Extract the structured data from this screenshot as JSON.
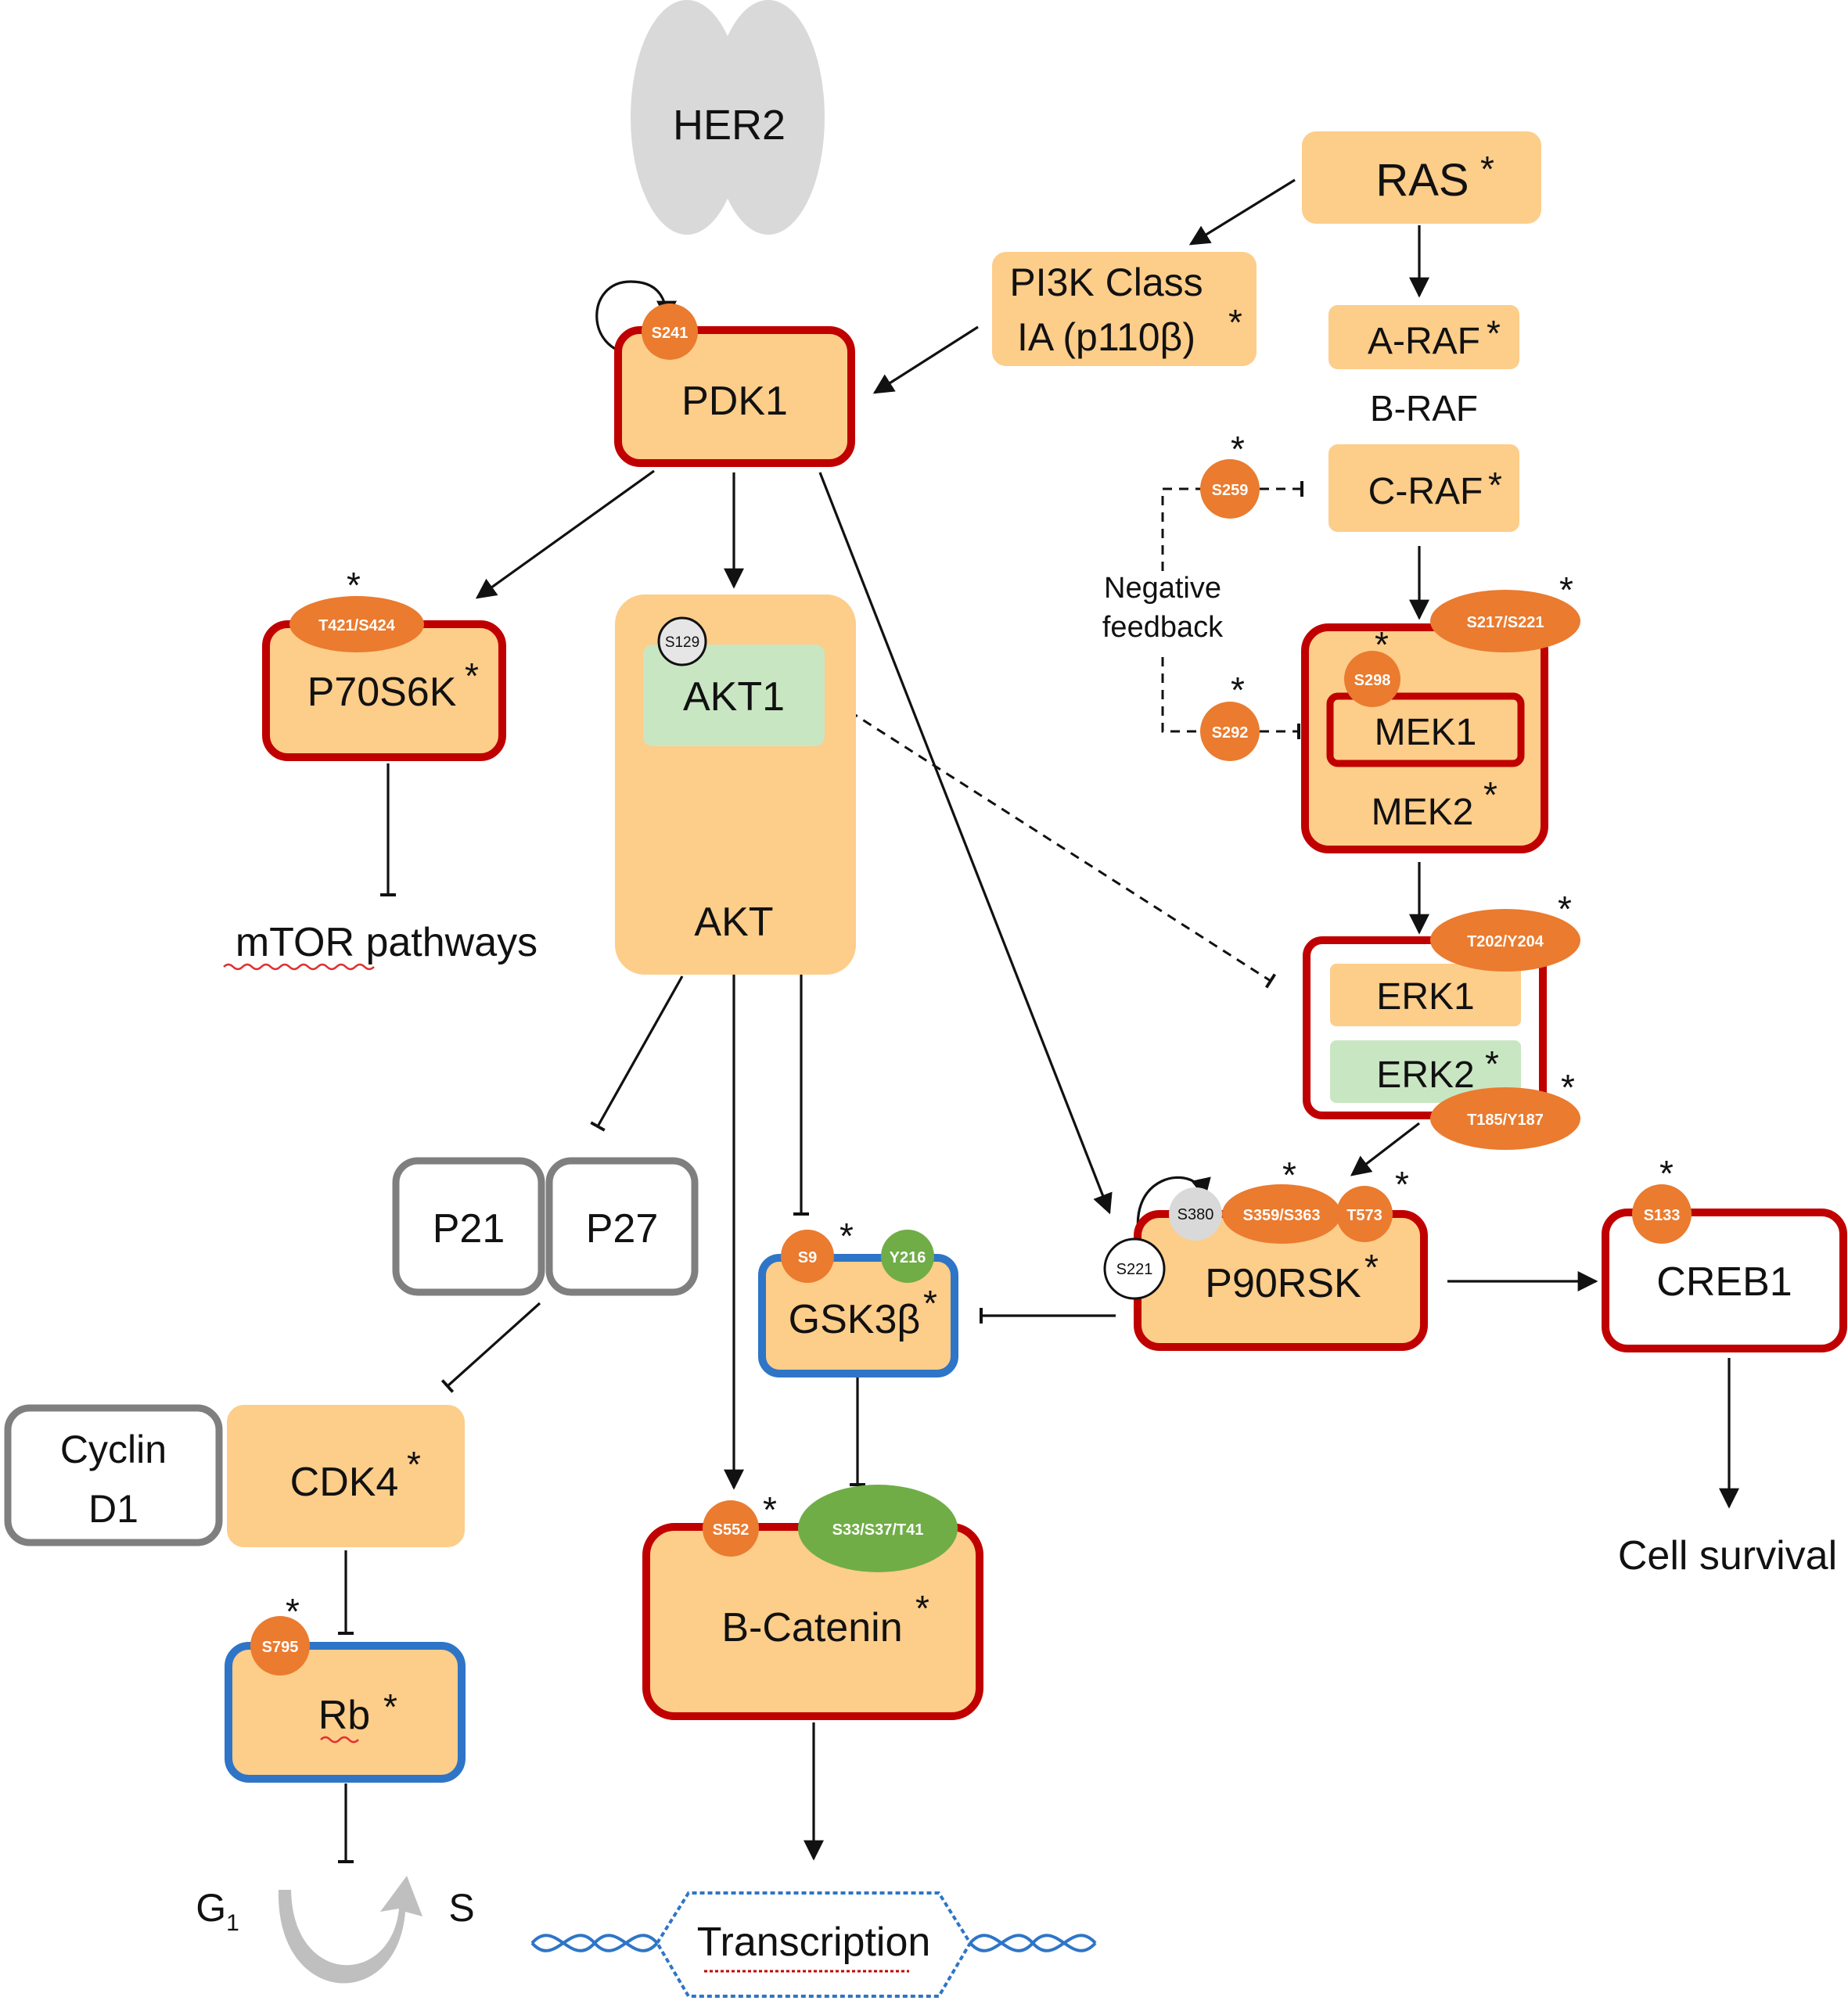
{
  "nodes": {
    "her2": "HER2",
    "ras": "RAS",
    "pi3k": "PI3K Class",
    "pi3k_2": "IA (p110β)",
    "araf": "A-RAF",
    "braf": "B-RAF",
    "craf": "C-RAF",
    "pdk1": "PDK1",
    "p70s6k": "P70S6K",
    "mtor": "mTOR pathways",
    "akt1": "AKT1",
    "akt": "AKT",
    "mek1": "MEK1",
    "mek2": "MEK2",
    "erk1": "ERK1",
    "erk2": "ERK2",
    "p21": "P21",
    "p27": "P27",
    "gsk3b": "GSK3β",
    "p90rsk": "P90RSK",
    "creb1": "CREB1",
    "cell_survival": "Cell survival",
    "cyclin": "Cyclin",
    "cyclin_2": "D1",
    "cdk4": "CDK4",
    "bcatenin": "B-Catenin",
    "rb": "Rb",
    "transcription": "Transcription",
    "g1": "G",
    "g1_sub": "1",
    "s_phase": "S",
    "neg_feedback_1": "Negative",
    "neg_feedback_2": "feedback"
  },
  "sites": {
    "s241": "S241",
    "t421_s424": "T421/S424",
    "s129": "S129",
    "s259": "S259",
    "s292": "S292",
    "s298": "S298",
    "s217_s221": "S217/S221",
    "t202_y204": "T202/Y204",
    "t185_y187": "T185/Y187",
    "s380": "S380",
    "s359_s363": "S359/S363",
    "t573": "T573",
    "s221": "S221",
    "s133": "S133",
    "s9": "S9",
    "y216": "Y216",
    "s552": "S552",
    "s33_s37_t41": "S33/S37/T41",
    "s795": "S795"
  },
  "marks": {
    "asterisk": "*"
  },
  "colors": {
    "box_fill": "#fdcd8a",
    "red_border": "#c00000",
    "blue_border": "#2e75c7",
    "grey_border": "#7f7f7f",
    "orange_site": "#ea7b2f",
    "green_site": "#70ad47",
    "akt1_fill": "#c9e6c3",
    "her2_fill": "#d9d9d9"
  }
}
